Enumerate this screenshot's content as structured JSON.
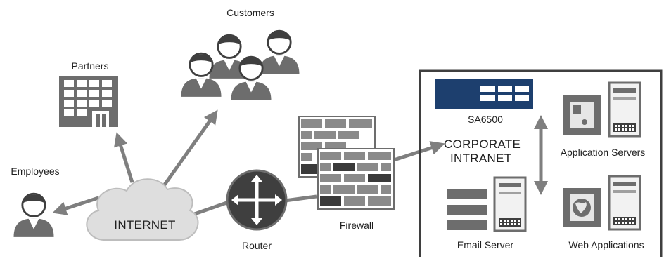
{
  "labels": {
    "customers": "Customers",
    "partners": "Partners",
    "employees": "Employees",
    "internet": "INTERNET",
    "router": "Router",
    "firewall": "Firewall",
    "device": "SA6500",
    "intranet_line1": "CORPORATE",
    "intranet_line2": "INTRANET",
    "application_servers": "Application Servers",
    "email_server": "Email Server",
    "web_applications": "Web Applications"
  },
  "colors": {
    "icon_gray": "#6d6d6d",
    "icon_dark": "#3f3f3f",
    "arrow": "#7f7f7f",
    "cloud": "#dedede",
    "device_navy": "#1d3f6e",
    "brick_light": "#8a8a8a",
    "brick_dark": "#3a3a3a"
  }
}
